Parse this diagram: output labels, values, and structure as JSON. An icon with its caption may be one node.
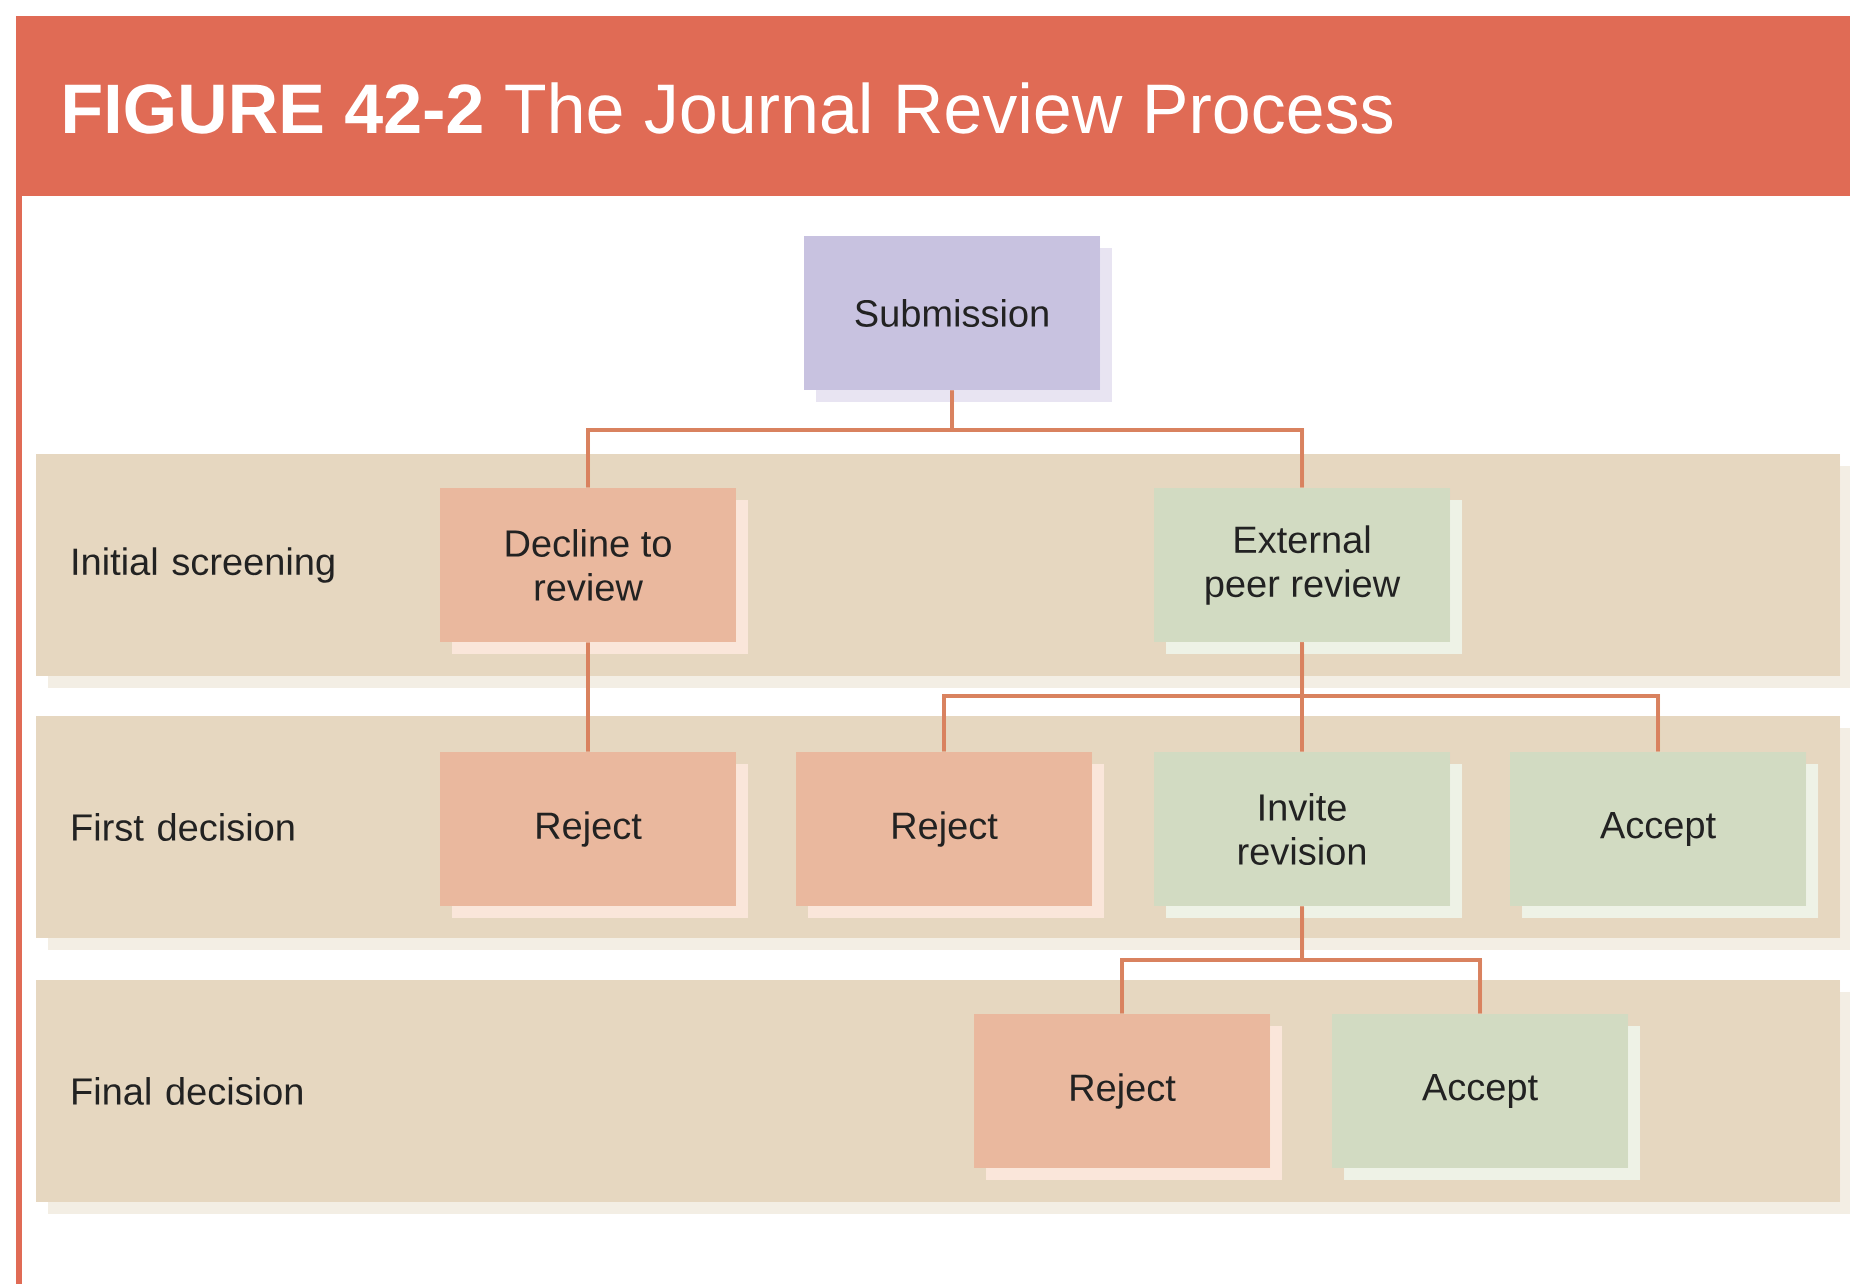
{
  "diagram": {
    "title": "**FIGURE 42-2** The Journal Review Process",
    "nodes": [
      {
        "text": [
          "Submission"
        ]
      },
      {
        "text": [
          "Initial screening"
        ]
      },
      {
        "text": [
          "Decline to review"
        ],
        "in": 1
      },
      {
        "text": [
          "External peer review"
        ],
        "in": 1
      },
      {
        "text": [
          "First decision"
        ]
      },
      {
        "text": [
          "Reject"
        ],
        "in": 4
      },
      {
        "text": [
          "Reject"
        ],
        "in": 4
      },
      {
        "text": [
          "Invite revision"
        ],
        "in": 4
      },
      {
        "text": [
          "Accept"
        ],
        "in": 4
      },
      {
        "text": [
          "Final decision"
        ]
      },
      {
        "text": [
          "Reject"
        ],
        "in": 9
      },
      {
        "text": [
          "Accept"
        ],
        "in": 9
      }
    ],
    "edges": [
      {
        "from": 0,
        "to": 2,
        "arrow": "none"
      },
      {
        "from": 0,
        "to": 3,
        "arrow": "none"
      },
      {
        "from": 2,
        "to": 5,
        "arrow": "none"
      },
      {
        "from": 3,
        "to": 6,
        "arrow": "none"
      },
      {
        "from": 3,
        "to": 7,
        "arrow": "none"
      },
      {
        "from": 3,
        "to": 8,
        "arrow": "none"
      },
      {
        "from": 7,
        "to": 10,
        "arrow": "none"
      },
      {
        "from": 7,
        "to": 11,
        "arrow": "none"
      }
    ]
  }
}
